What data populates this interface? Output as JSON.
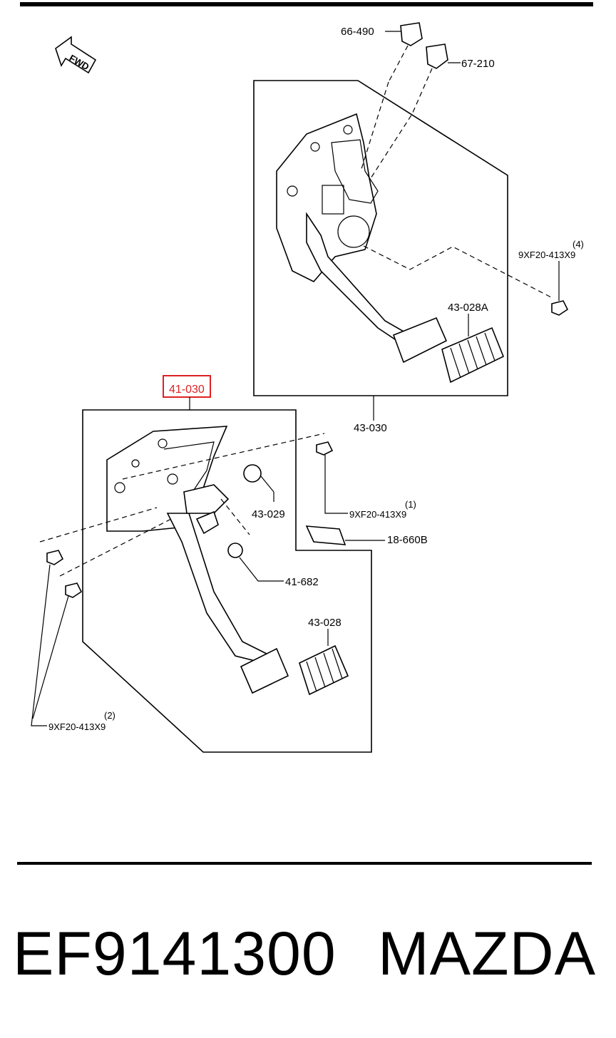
{
  "fwd_label": "FWD",
  "callouts": {
    "sw_66_490": "66-490",
    "sw_67_210": "67-210",
    "nut_top": "9XF20-413X9",
    "nut_top_qty": "(4)",
    "pad_43_028a": "43-028A",
    "assy_43_030": "43-030",
    "assy_41_030": "41-030",
    "stopper_43_029": "43-029",
    "nut_mid": "9XF20-413X9",
    "nut_mid_qty": "(1)",
    "switch_18_660b": "18-660B",
    "bush_41_682": "41-682",
    "pad_43_028": "43-028",
    "nut_left": "9XF20-413X9",
    "nut_left_qty": "(2)"
  },
  "highlight_color": "#dd2222",
  "footer": {
    "part_number": "EF9141300",
    "brand": "MAZDA"
  }
}
